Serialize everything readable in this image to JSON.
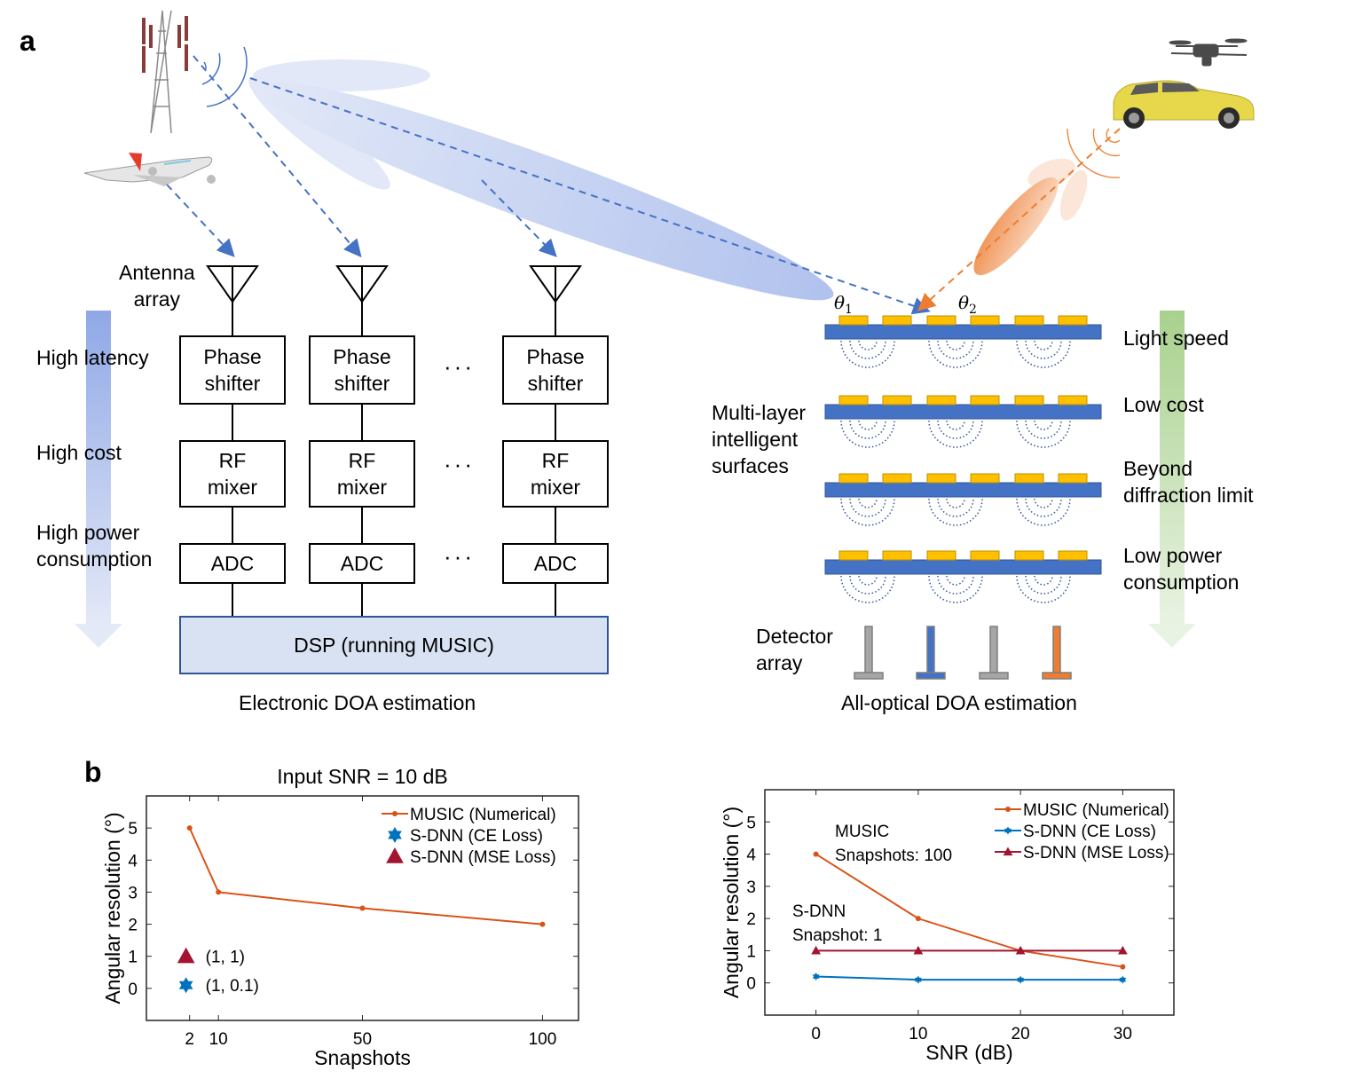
{
  "panel_a": {
    "letter": "a",
    "antenna_label": "Antenna\narray",
    "left_properties": [
      "High latency",
      "High cost",
      "High power\nconsumption"
    ],
    "phase_shifter": "Phase\nshifter",
    "rf_mixer": "RF\nmixer",
    "adc": "ADC",
    "ellipsis": "···",
    "dsp": "DSP (running MUSIC)",
    "electronic_caption": "Electronic DOA estimation",
    "theta1": "θ",
    "theta1_sub": "1",
    "theta2": "θ",
    "theta2_sub": "2",
    "mis_label": "Multi-layer\nintelligent\nsurfaces",
    "right_properties": [
      "Light speed",
      "Low cost",
      "Beyond\ndiffraction limit",
      "Low power\nconsumption"
    ],
    "detector_label": "Detector\narray",
    "optical_caption": "All-optical DOA estimation",
    "icons": [
      "cell-tower-icon",
      "airplane-icon",
      "drone-icon",
      "car-icon"
    ],
    "colors": {
      "blue_beam": "#4472c4",
      "orange_beam": "#ed7d31",
      "meta_atom": "#ffc000",
      "substrate": "#4472c4",
      "left_arrow": "#8fa8e6",
      "right_arrow": "#a9d18e",
      "detector_gray": "#a6a6a6"
    }
  },
  "panel_b": {
    "letter": "b"
  },
  "chart_data": [
    {
      "type": "line",
      "title": "Input SNR = 10 dB",
      "xlabel": "Snapshots",
      "ylabel": "Angular resolution (°)",
      "xticks": [
        2,
        10,
        50,
        100
      ],
      "yticks": [
        0,
        1,
        2,
        3,
        4,
        5
      ],
      "xlim": [
        -10,
        110
      ],
      "ylim": [
        -1,
        6
      ],
      "legend_position": "top-right",
      "series": [
        {
          "name": "MUSIC (Numerical)",
          "marker": "dot",
          "color": "#d95319",
          "x": [
            2,
            10,
            50,
            100
          ],
          "y": [
            5,
            3,
            2.5,
            2
          ]
        },
        {
          "name": "S-DNN (CE Loss)",
          "marker": "hexagram",
          "color": "#0072bd",
          "x": [
            1
          ],
          "y": [
            0.1
          ],
          "annotation": "(1, 0.1)",
          "line": false
        },
        {
          "name": "S-DNN (MSE Loss)",
          "marker": "triangle",
          "color": "#a2142f",
          "x": [
            1
          ],
          "y": [
            1
          ],
          "annotation": "(1, 1)",
          "line": false
        }
      ]
    },
    {
      "type": "line",
      "title": "",
      "xlabel": "SNR (dB)",
      "ylabel": "Angular resolution (°)",
      "xticks": [
        0,
        10,
        20,
        30
      ],
      "yticks": [
        0,
        1,
        2,
        3,
        4,
        5
      ],
      "xlim": [
        -5,
        35
      ],
      "ylim": [
        -1,
        6
      ],
      "legend_position": "top-right",
      "annotations": [
        {
          "text": "MUSIC\nSnapshots: 100"
        },
        {
          "text": "S-DNN\nSnapshot: 1"
        }
      ],
      "series": [
        {
          "name": "MUSIC (Numerical)",
          "marker": "dot",
          "color": "#d95319",
          "x": [
            0,
            10,
            20,
            30
          ],
          "y": [
            4,
            2,
            1,
            0.5
          ]
        },
        {
          "name": "S-DNN (CE Loss)",
          "marker": "hexagram",
          "color": "#0072bd",
          "x": [
            0,
            10,
            20,
            30
          ],
          "y": [
            0.2,
            0.1,
            0.1,
            0.1
          ]
        },
        {
          "name": "S-DNN (MSE Loss)",
          "marker": "triangle",
          "color": "#a2142f",
          "x": [
            0,
            10,
            20,
            30
          ],
          "y": [
            1,
            1,
            1,
            1
          ]
        }
      ]
    }
  ]
}
